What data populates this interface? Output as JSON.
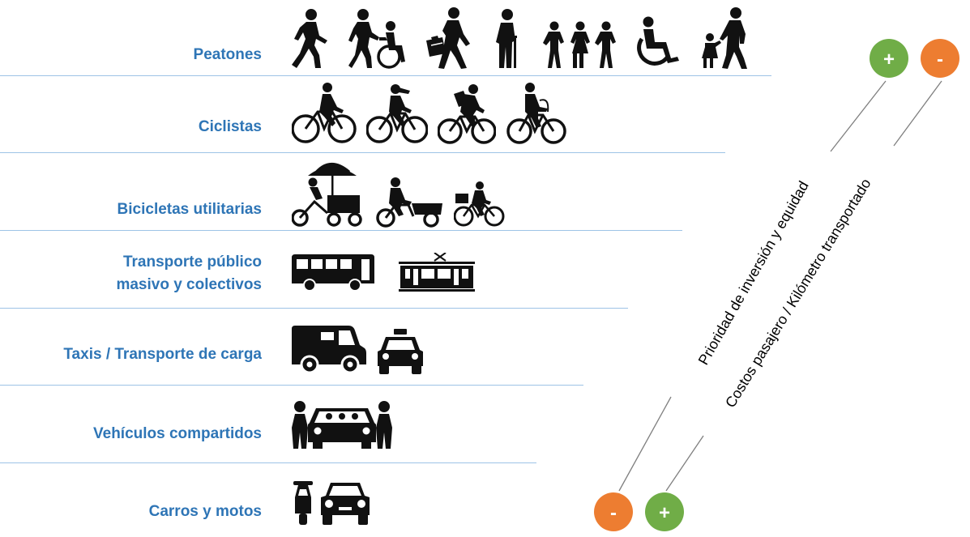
{
  "categories": [
    {
      "label": "Peatones",
      "icons": [
        "person-walking-icon",
        "person-pushing-wheelchair-icon",
        "person-with-briefcase-icon",
        "elderly-person-with-cane-icon",
        "children-walking-icon",
        "wheelchair-user-icon",
        "adult-walking-with-child-icon"
      ]
    },
    {
      "label": "Ciclistas",
      "icons": [
        "cyclist-icon",
        "woman-cyclist-icon",
        "cyclist-with-backpack-icon",
        "elderly-cyclist-icon"
      ]
    },
    {
      "label": "Bicicletas utilitarias",
      "icons": [
        "vending-tricycle-with-umbrella-icon",
        "cargo-bicycle-icon",
        "bicycle-with-basket-icon"
      ]
    },
    {
      "label_lines": [
        "Transporte público",
        "masivo y colectivos"
      ],
      "icons": [
        "bus-icon",
        "tram-icon"
      ]
    },
    {
      "label": "Taxis / Transporte de carga",
      "icons": [
        "delivery-van-icon",
        "taxi-icon"
      ]
    },
    {
      "label": "Vehículos compartidos",
      "icons": [
        "shared-car-icon"
      ]
    },
    {
      "label": "Carros y motos",
      "icons": [
        "scooter-icon",
        "car-icon"
      ]
    }
  ],
  "axes": [
    {
      "label": "Prioridad de inversión y equidad",
      "top_sign": "+",
      "bottom_sign": "-",
      "top_color": "#70AD47",
      "bottom_color": "#ED7D31"
    },
    {
      "label": "Costos pasajero / Kilómetro transportado",
      "top_sign": "-",
      "bottom_sign": "+",
      "top_color": "#ED7D31",
      "bottom_color": "#70AD47"
    }
  ],
  "colors": {
    "label": "#2E75B6",
    "divider": "#9DC3E6",
    "icon": "#111111"
  }
}
